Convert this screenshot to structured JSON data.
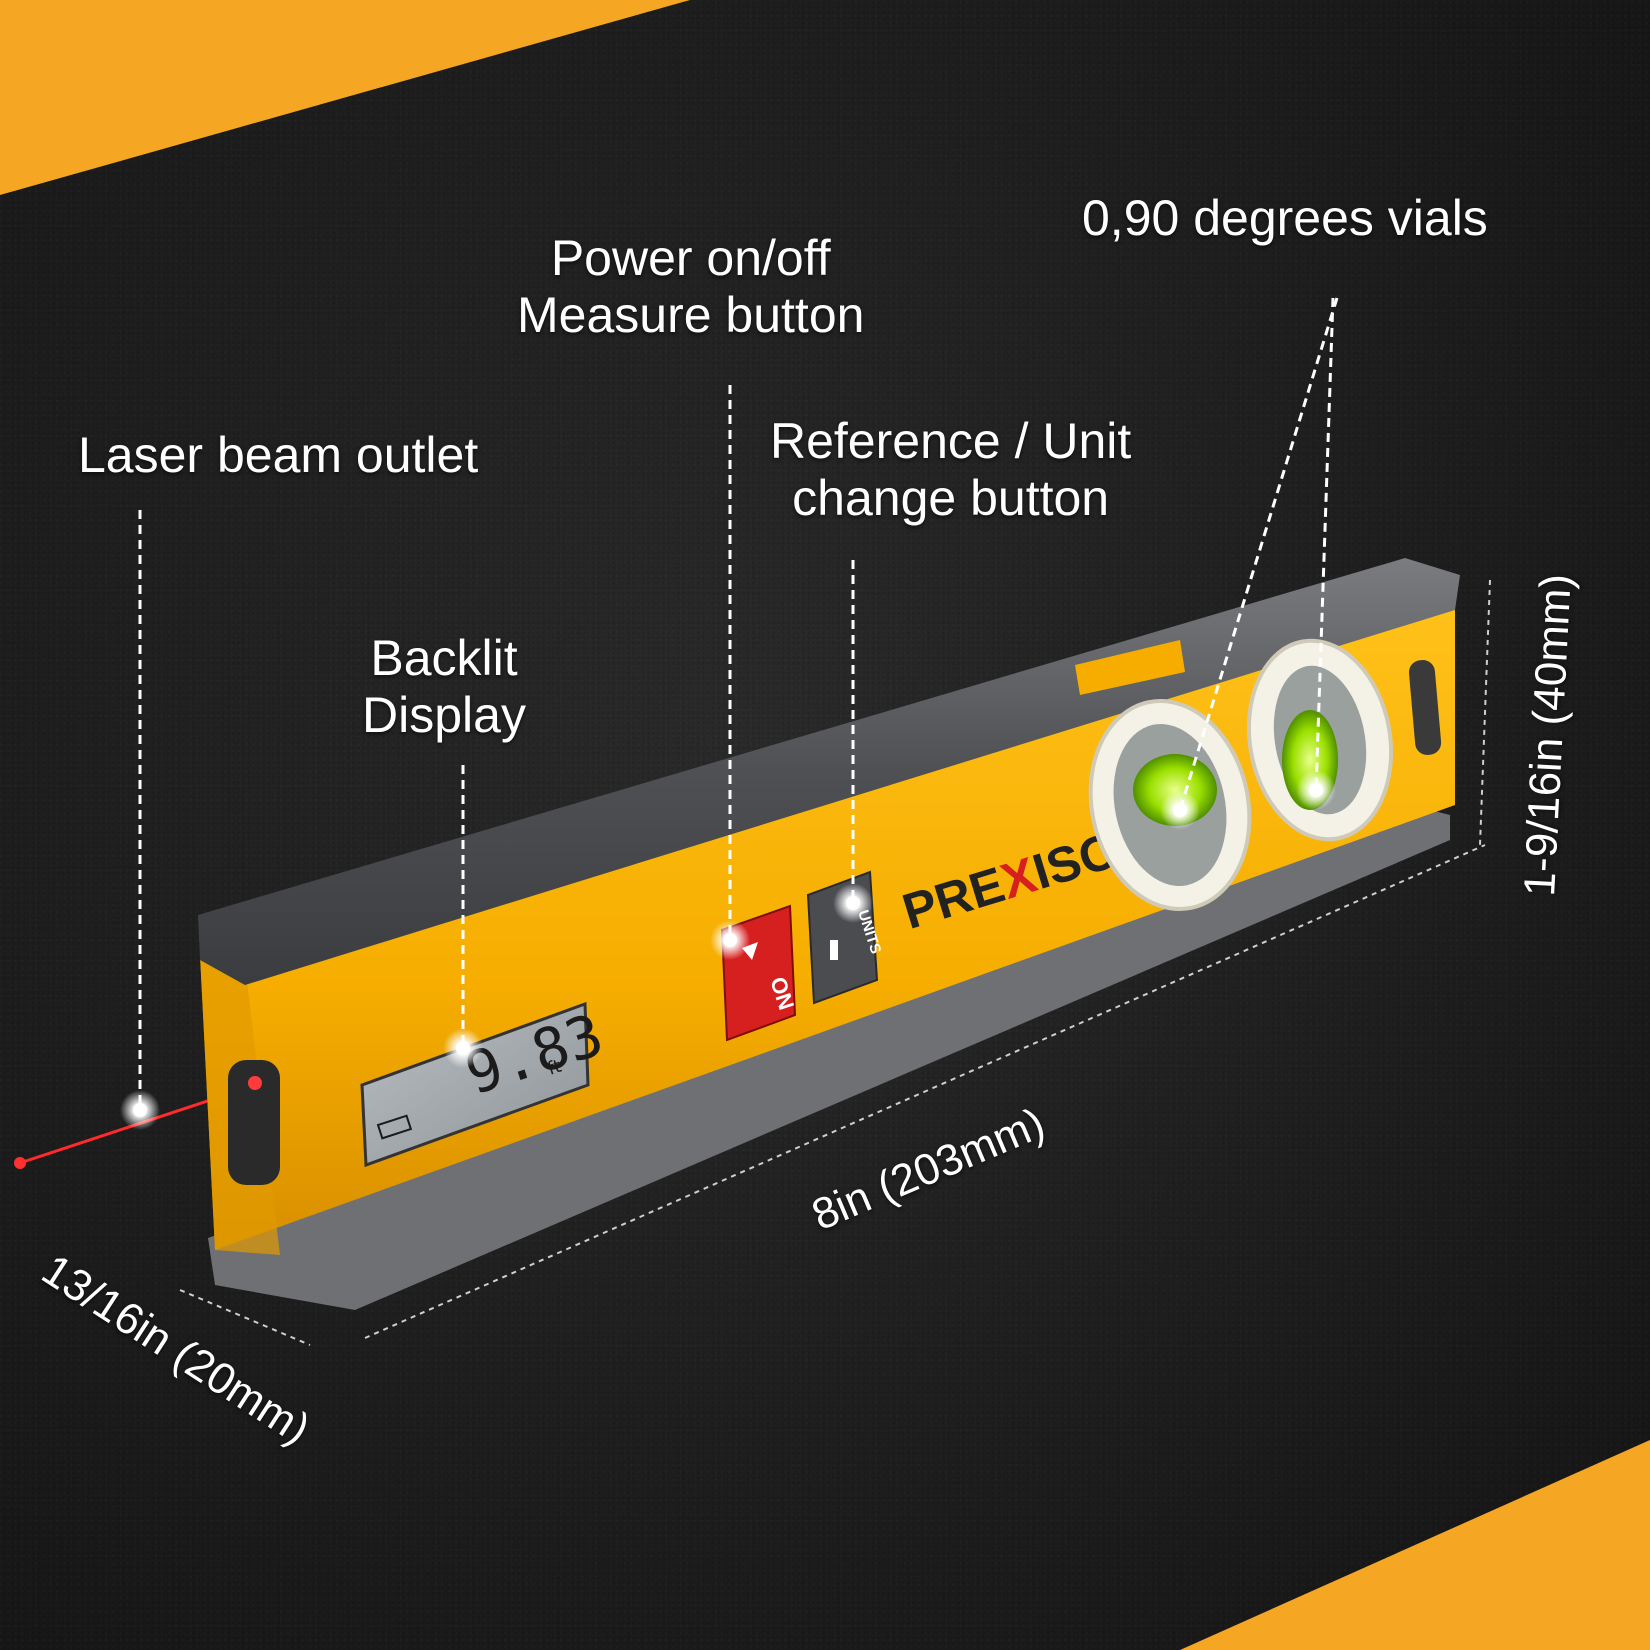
{
  "colors": {
    "accent": "#f5a623",
    "background": "#1e1e1e",
    "tool_body": "#f7b500",
    "tool_rail": "#5a5c60",
    "laser": "#ff2020",
    "on_button": "#d61f1f"
  },
  "callouts": {
    "laser": "Laser beam outlet",
    "backlit_line1": "Backlit",
    "backlit_line2": "Display",
    "power_line1": "Power on/off",
    "power_line2": "Measure button",
    "reference_line1": "Reference / Unit",
    "reference_line2": "change button",
    "vials": "0,90 degrees vials"
  },
  "dimensions": {
    "length": "8in (203mm)",
    "height": "1-9/16in (40mm)",
    "depth": "13/16in (20mm)"
  },
  "device": {
    "brand_pre": "PRE",
    "brand_x": "X",
    "brand_post": "ISO",
    "reading": "9.83",
    "reading_unit": "ft",
    "on_label": "ON",
    "units_label": "UNITS"
  }
}
